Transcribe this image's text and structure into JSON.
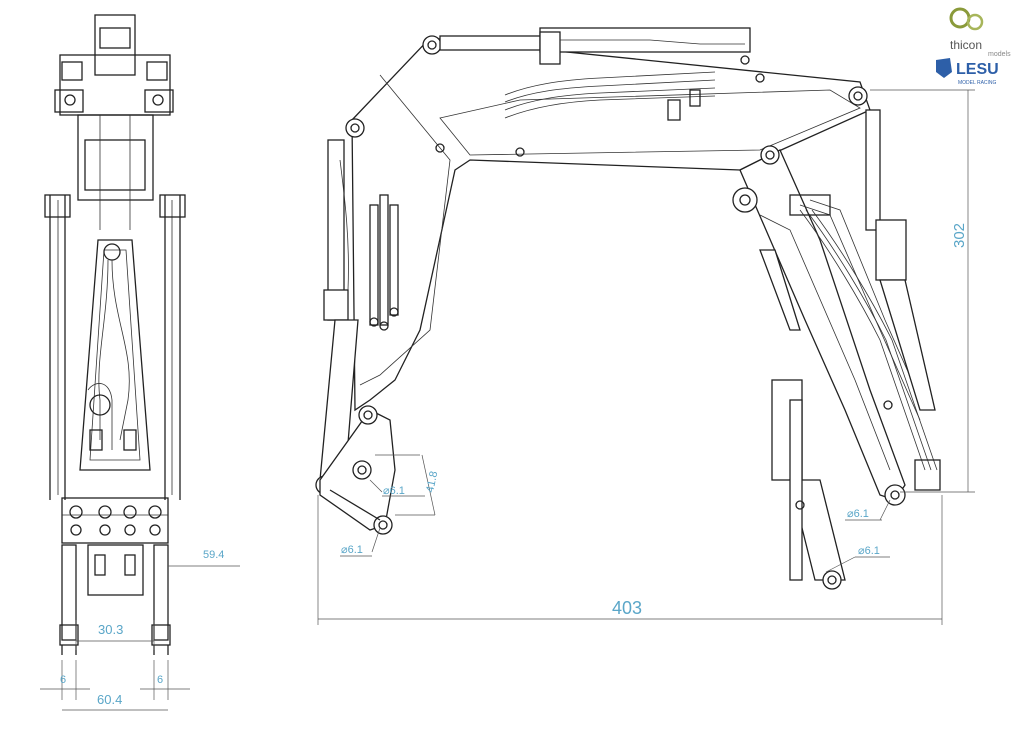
{
  "logos": {
    "thicon_text": "thicon",
    "thicon_subtext": "models",
    "lesu_text": "LESU",
    "lesu_subtext": "MODEL RACING",
    "thicon_color": "#8a9a3a",
    "lesu_color": "#2d5fa8"
  },
  "dimensions": {
    "front_width_total": "60.4",
    "front_pin_spacing": "30.3",
    "front_pin_left": "6",
    "front_pin_right": "6",
    "front_depth": "59.4",
    "side_length": "403",
    "side_height": "302",
    "side_link": "41.8",
    "hole_1": "⌀6.1",
    "hole_2": "⌀6.1",
    "hole_3": "⌀6.1",
    "hole_4": "⌀6.1"
  },
  "colors": {
    "dimension_text": "#5aa6c8",
    "line": "#222222"
  }
}
